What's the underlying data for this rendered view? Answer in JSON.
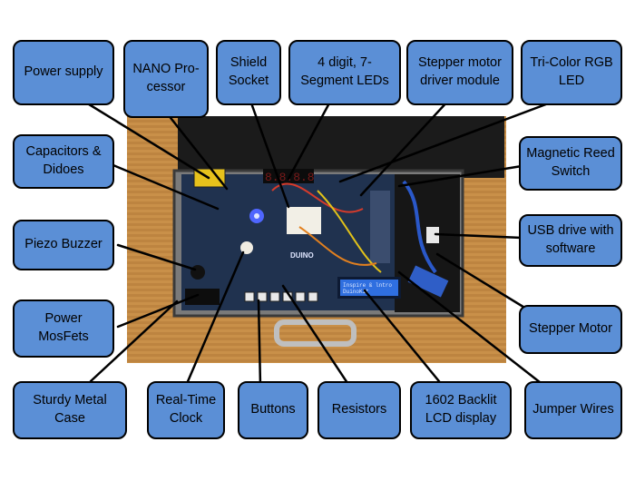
{
  "colors": {
    "callout_fill": "#5b8fd6",
    "callout_border": "#000000",
    "table_wood": "#c99049",
    "case_lid": "#1b1b1b",
    "board": "#20324f",
    "lcd": "#2f6fe0"
  },
  "photo": {
    "subject": "Duinokit electronics kit in open metal case",
    "board_brand": "DUINO",
    "lcd_text_line1": "Inspire & lntro",
    "lcd_text_line2": "DuinoKit"
  },
  "callouts": [
    {
      "id": "power-supply",
      "text": "Power supply"
    },
    {
      "id": "nano-processor",
      "text": "NANO Pro-\ncessor"
    },
    {
      "id": "shield-socket",
      "text": "Shield\nSocket"
    },
    {
      "id": "seven-segment",
      "text": "4 digit, 7-\nSegment LEDs"
    },
    {
      "id": "stepper-driver",
      "text": "Stepper motor\ndriver module"
    },
    {
      "id": "rgb-led",
      "text": "Tri-Color RGB\nLED"
    },
    {
      "id": "capacitors",
      "text": "Capacitors &\nDidoes"
    },
    {
      "id": "reed-switch",
      "text": "Magnetic Reed\nSwitch"
    },
    {
      "id": "piezo",
      "text": "Piezo Buzzer"
    },
    {
      "id": "usb-drive",
      "text": "USB drive with\nsoftware"
    },
    {
      "id": "mosfets",
      "text": "Power\nMosFets"
    },
    {
      "id": "stepper-motor",
      "text": "Stepper Motor"
    },
    {
      "id": "metal-case",
      "text": "Sturdy Metal\nCase"
    },
    {
      "id": "rtc",
      "text": "Real-Time\nClock"
    },
    {
      "id": "buttons",
      "text": "Buttons"
    },
    {
      "id": "resistors",
      "text": "Resistors"
    },
    {
      "id": "lcd-display",
      "text": "1602 Backlit\nLCD display"
    },
    {
      "id": "jumper-wires",
      "text": "Jumper Wires"
    }
  ]
}
